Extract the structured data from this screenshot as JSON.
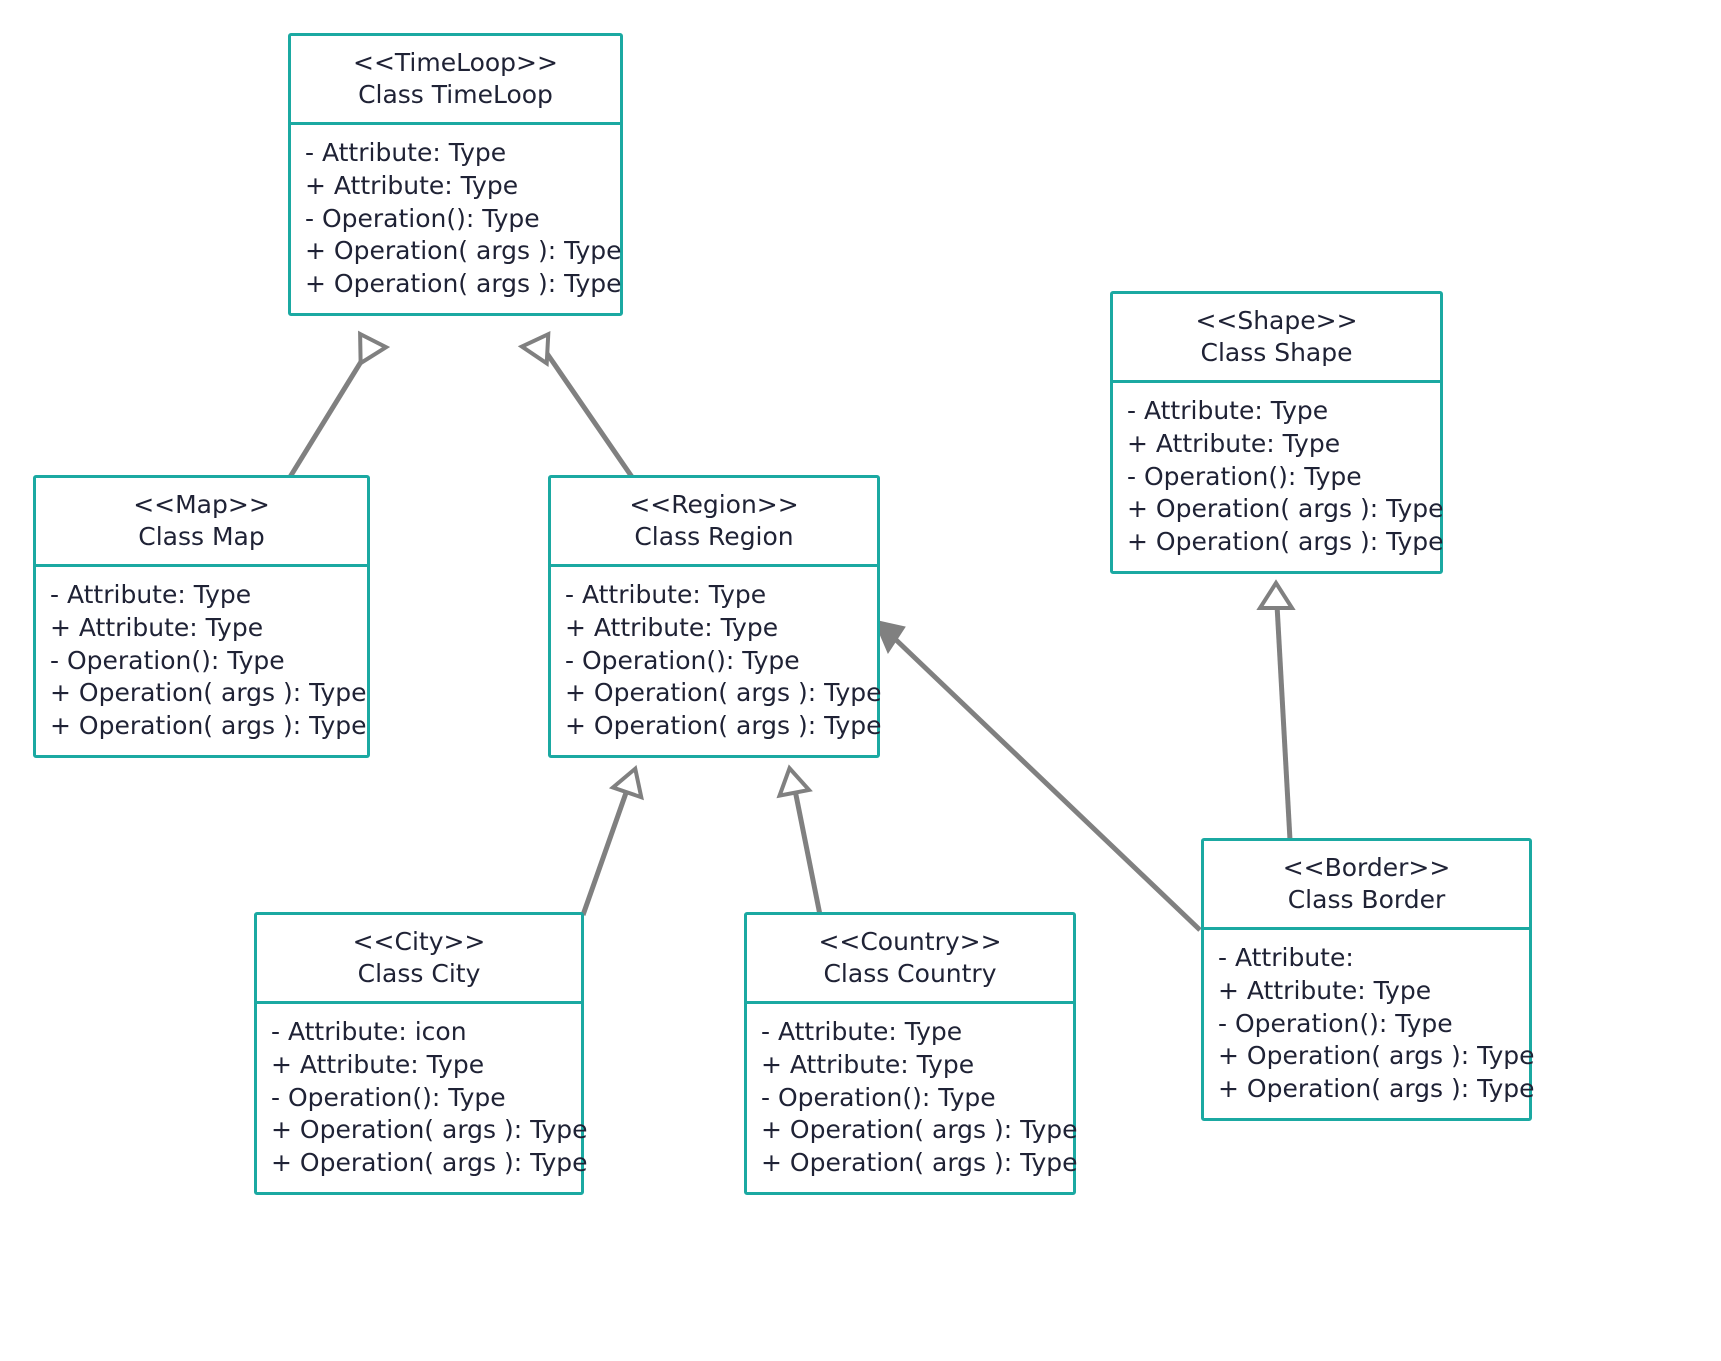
{
  "diagram": {
    "type": "uml-class-diagram",
    "background_color": "#ffffff",
    "class_border_color": "#1BA9A2",
    "text_color": "#1f2235",
    "connector_color": "#808080"
  },
  "classes": [
    {
      "id": "timeloop",
      "stereotype": "<<TimeLoop>>",
      "name": "Class TimeLoop",
      "members": [
        "-  Attribute: Type",
        "+ Attribute: Type",
        "-  Operation(): Type",
        "+ Operation( args ): Type",
        "+ Operation( args ): Type"
      ]
    },
    {
      "id": "map",
      "stereotype": "<<Map>>",
      "name": "Class Map",
      "members": [
        "-  Attribute: Type",
        "+ Attribute: Type",
        "-  Operation(): Type",
        "+ Operation( args ): Type",
        "+ Operation( args ): Type"
      ]
    },
    {
      "id": "region",
      "stereotype": "<<Region>>",
      "name": "Class Region",
      "members": [
        "-  Attribute: Type",
        "+ Attribute: Type",
        "-  Operation(): Type",
        "+ Operation( args ): Type",
        "+ Operation( args ): Type"
      ]
    },
    {
      "id": "shape",
      "stereotype": "<<Shape>>",
      "name": "Class Shape",
      "members": [
        "-  Attribute: Type",
        "+ Attribute: Type",
        "-  Operation(): Type",
        "+ Operation( args ): Type",
        "+ Operation( args ): Type"
      ]
    },
    {
      "id": "city",
      "stereotype": "<<City>>",
      "name": "Class City",
      "members": [
        "-  Attribute: icon",
        "+ Attribute: Type",
        "-  Operation(): Type",
        "+ Operation( args ): Type",
        "+ Operation( args ): Type"
      ]
    },
    {
      "id": "country",
      "stereotype": "<<Country>>",
      "name": "Class Country",
      "members": [
        "-  Attribute: Type",
        "+ Attribute: Type",
        "-  Operation(): Type",
        "+ Operation( args ): Type",
        "+ Operation( args ): Type"
      ]
    },
    {
      "id": "border",
      "stereotype": "<<Border>>",
      "name": "Class Border",
      "members": [
        "-  Attribute:",
        "+ Attribute: Type",
        "-  Operation(): Type",
        "+ Operation( args ): Type",
        "+ Operation( args ): Type"
      ]
    }
  ],
  "relationships": [
    {
      "from": "map",
      "to": "timeloop",
      "kind": "generalization",
      "arrowhead": "hollow-triangle"
    },
    {
      "from": "region",
      "to": "timeloop",
      "kind": "generalization",
      "arrowhead": "hollow-triangle"
    },
    {
      "from": "city",
      "to": "region",
      "kind": "generalization",
      "arrowhead": "hollow-triangle"
    },
    {
      "from": "country",
      "to": "region",
      "kind": "generalization",
      "arrowhead": "hollow-triangle"
    },
    {
      "from": "border",
      "to": "region",
      "kind": "directed-association",
      "arrowhead": "filled-triangle"
    },
    {
      "from": "border",
      "to": "shape",
      "kind": "generalization",
      "arrowhead": "hollow-triangle"
    }
  ]
}
